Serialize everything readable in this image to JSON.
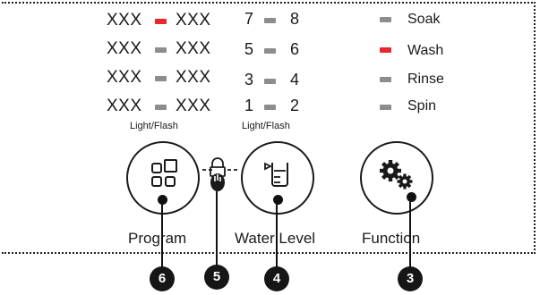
{
  "program_rows": [
    {
      "left": "XXX",
      "right": "XXX",
      "led": "red"
    },
    {
      "left": "XXX",
      "right": "XXX",
      "led": "gray"
    },
    {
      "left": "XXX",
      "right": "XXX",
      "led": "gray"
    },
    {
      "left": "XXX",
      "right": "XXX",
      "led": "gray"
    }
  ],
  "level_rows": [
    {
      "low": "7",
      "high": "8"
    },
    {
      "low": "5",
      "high": "6"
    },
    {
      "low": "3",
      "high": "4"
    },
    {
      "low": "1",
      "high": "2"
    }
  ],
  "functions": [
    {
      "label": "Soak",
      "led": "gray"
    },
    {
      "label": "Wash",
      "led": "red"
    },
    {
      "label": "Rinse",
      "led": "gray"
    },
    {
      "label": "Spin",
      "led": "gray"
    }
  ],
  "indicator_mode_label_left": "Light/Flash",
  "indicator_mode_label_right": "Light/Flash",
  "buttons": {
    "program": {
      "label": "Program",
      "icon": "program-grid-icon"
    },
    "water_level": {
      "label": "Water Level",
      "icon": "water-level-icon"
    },
    "function": {
      "label": "Function",
      "icon": "gears-icon"
    },
    "child_lock_icon": "lock-icon"
  },
  "callouts": {
    "program": "6",
    "child_lock": "5",
    "water_level": "4",
    "function": "3"
  },
  "colors": {
    "led_active": "#e8262d",
    "led_inactive": "#8d8d8d",
    "ink": "#1a1a1a"
  }
}
